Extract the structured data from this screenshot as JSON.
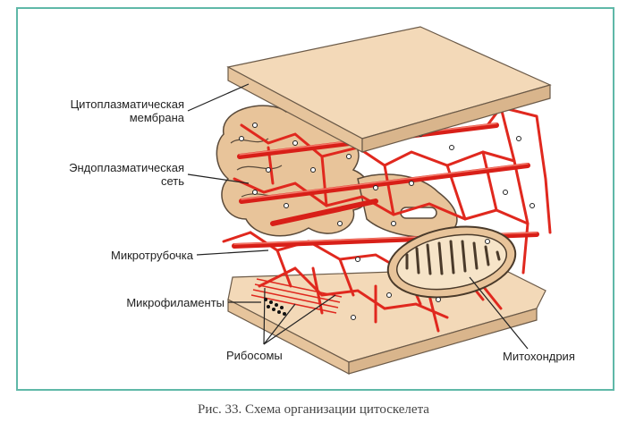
{
  "labels": {
    "membrane_line1": "Цитоплазматическая",
    "membrane_line2": "мембрана",
    "er_line1": "Эндоплазматическая",
    "er_line2": "сеть",
    "microtubule": "Микротрубочка",
    "microfilaments": "Микрофиламенты",
    "ribosomes": "Рибосомы",
    "mitochondria": "Митохондрия"
  },
  "caption": "Рис. 33. Схема организации цитоскелета",
  "colors": {
    "frame": "#5fb8a8",
    "membrane": "#f3d9b8",
    "fiber": "#e0281e",
    "organelle": "#e8c49a"
  }
}
